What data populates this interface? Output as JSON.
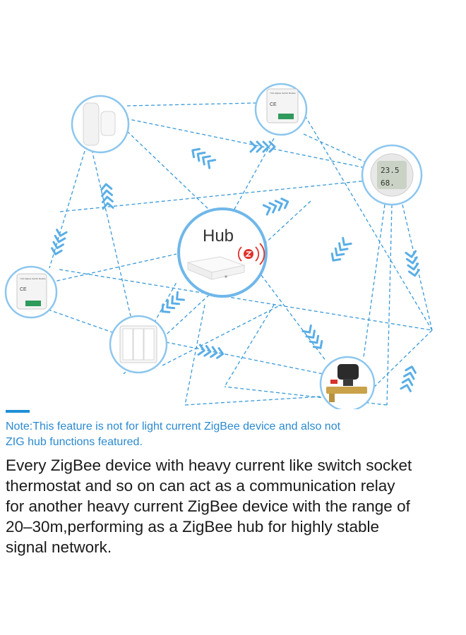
{
  "diagram": {
    "hub_label": "Hub",
    "thermo_line1": "23.5",
    "thermo_line2": "68.",
    "module_title": "YCH Zigbee Switch Module"
  },
  "note": {
    "lines": [
      "Note:This feature is not for light current ZigBee device and also not",
      "ZIG hub functions featured."
    ]
  },
  "description": {
    "lines": [
      "Every ZigBee device with heavy current like switch socket",
      "thermostat and so on can act as a communication relay",
      "for another heavy current ZigBee device with the range of",
      "20–30m,performing as a ZigBee hub for highly stable",
      "signal network."
    ]
  },
  "colors": {
    "link": "#3a9ad9",
    "arrow": "#5aaee6",
    "circle_border": "#8cc6ee",
    "hub_border": "#6fb7ea",
    "note_text": "#2b8ad0",
    "body_text": "#1a1a1a",
    "zigbee_red": "#e0312b"
  }
}
